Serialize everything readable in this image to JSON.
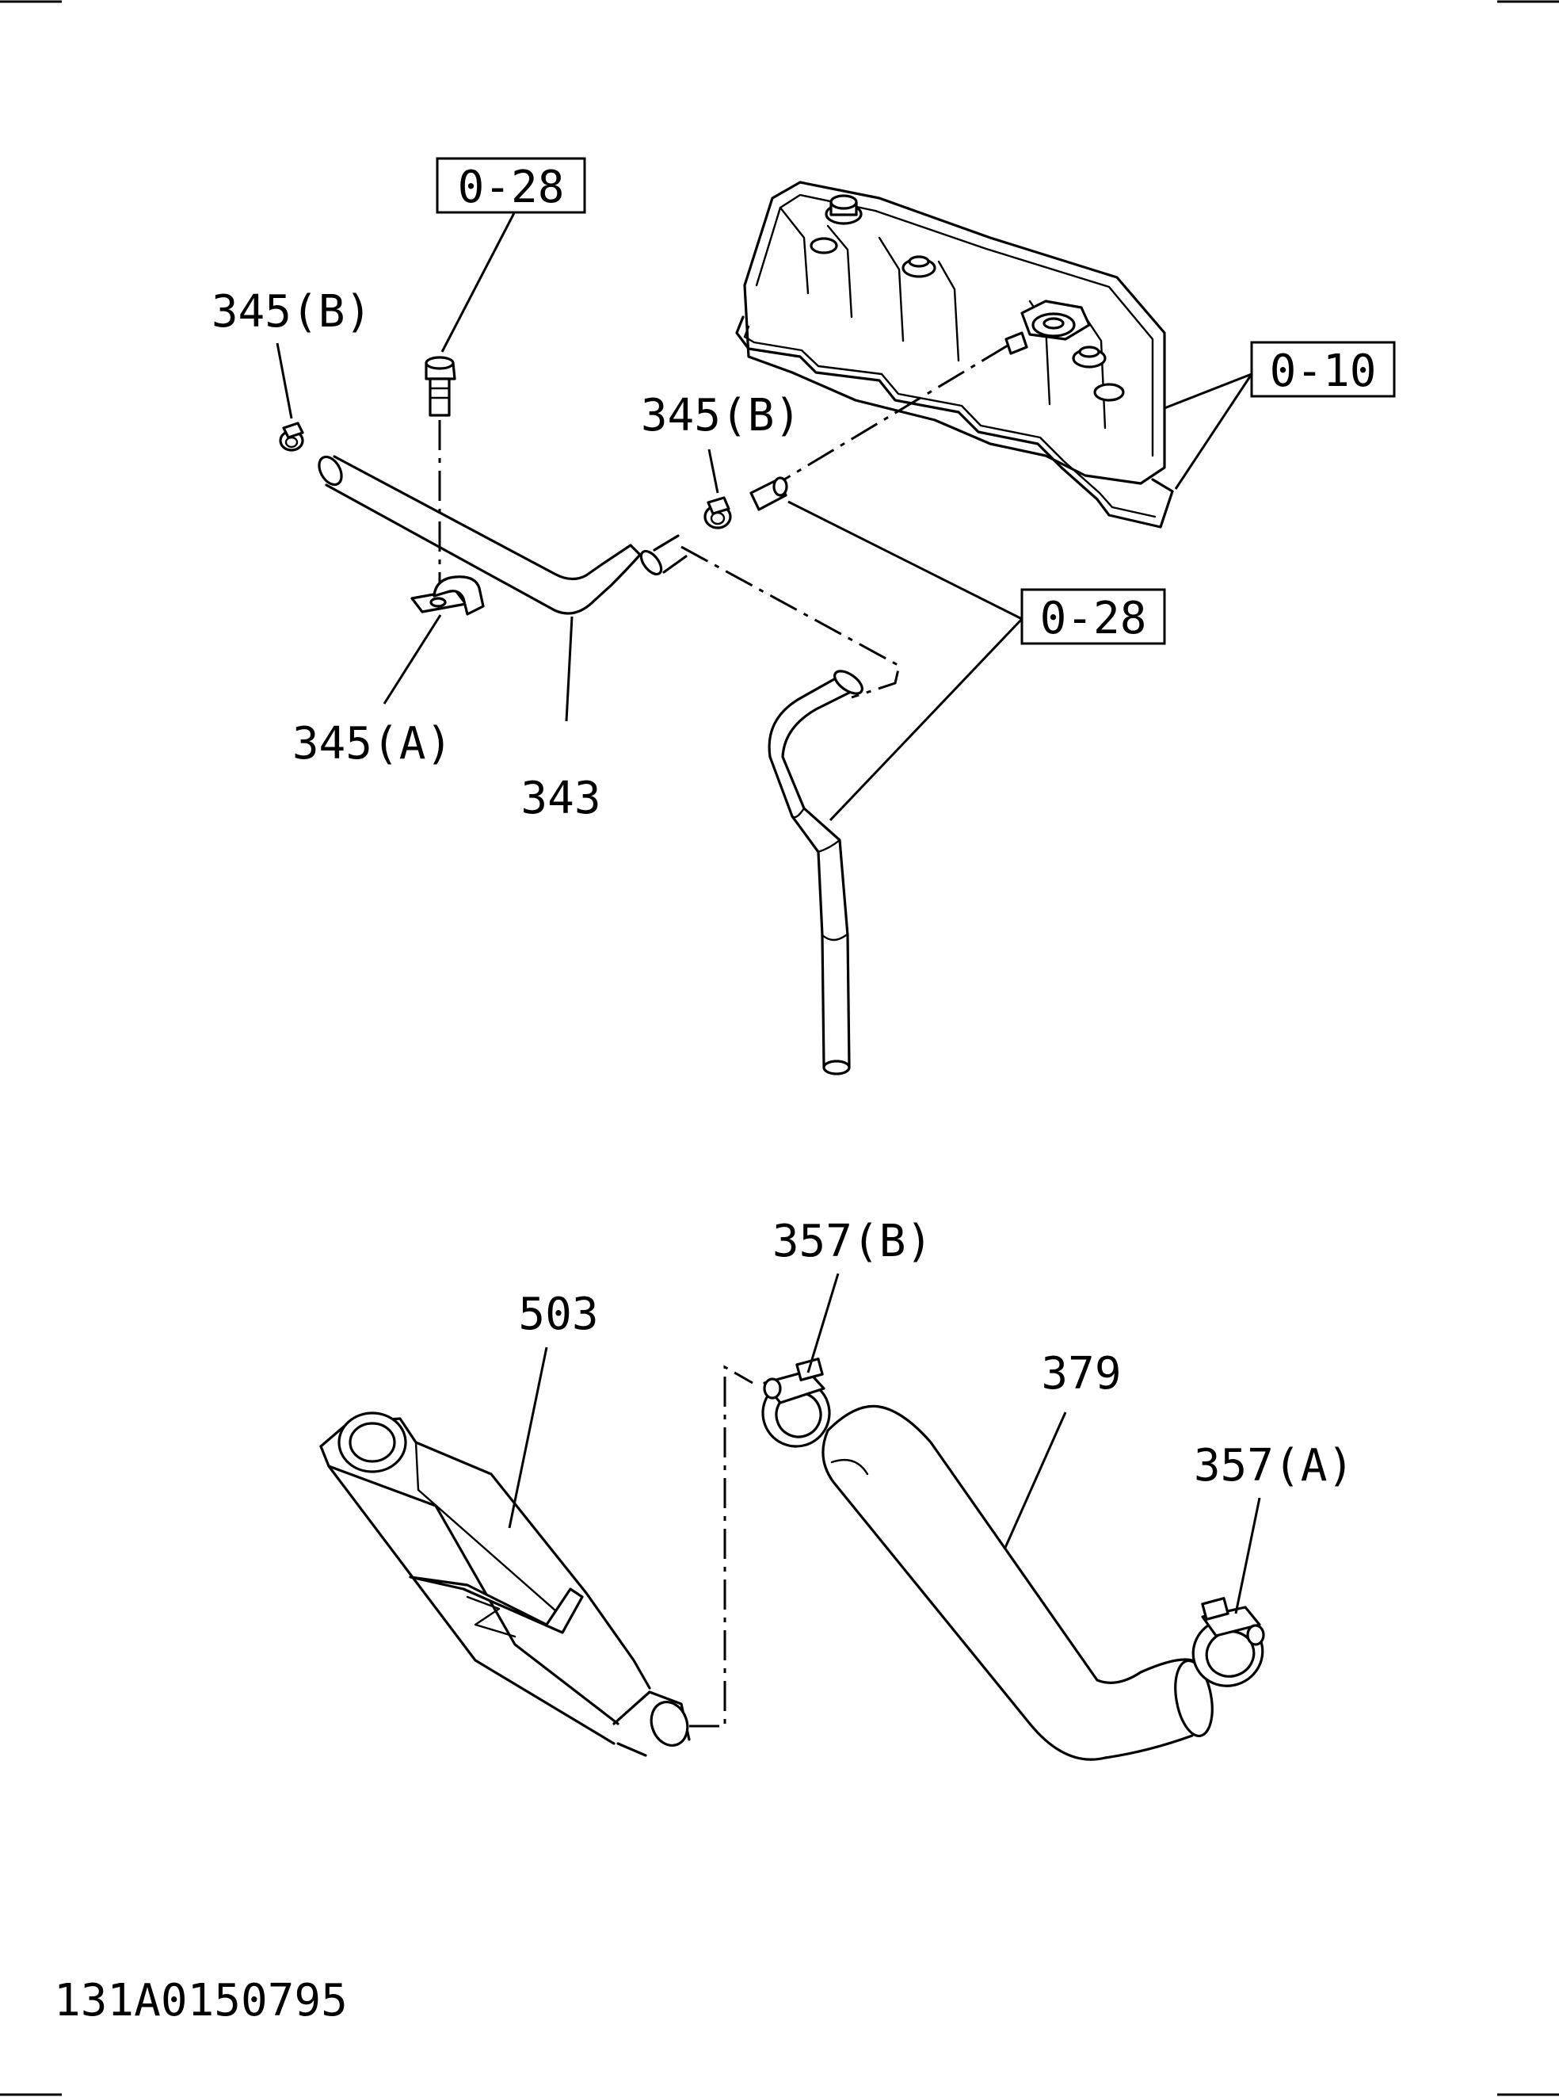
{
  "labels": {
    "ref_0_28_top": "0-28",
    "ref_0_10": "0-10",
    "ref_0_28_mid": "0-28",
    "p345b_left": "345(B)",
    "p345b_right": "345(B)",
    "p345a": "345(A)",
    "p343": "343",
    "p357b": "357(B)",
    "p503": "503",
    "p379": "379",
    "p357a": "357(A)"
  },
  "drawing_number": "131A0150795"
}
